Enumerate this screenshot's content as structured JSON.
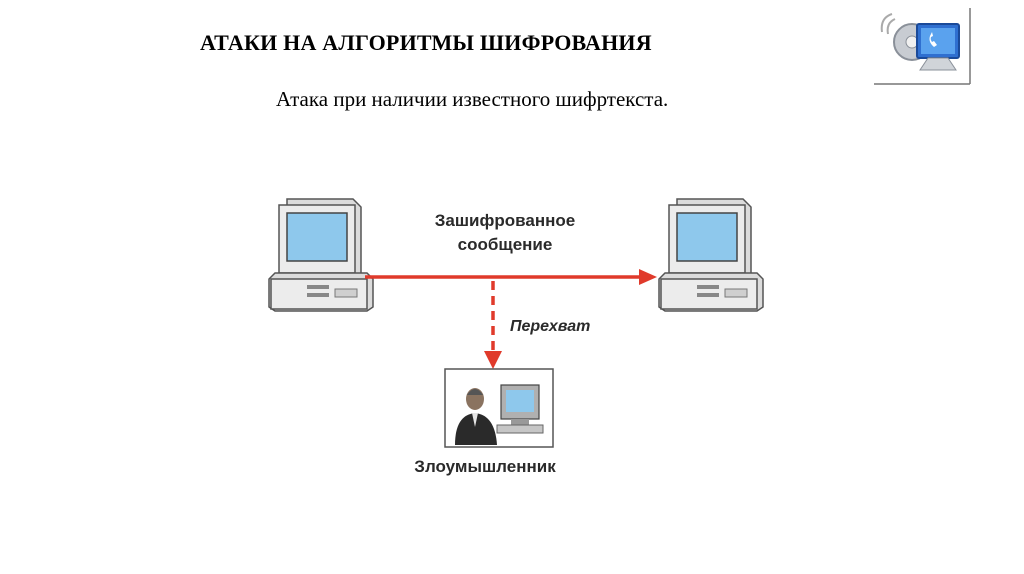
{
  "slide": {
    "title": "АТАКИ НА АЛГОРИТМЫ ШИФРОВАНИЯ",
    "subtitle": "Атака при наличии известного шифртекста."
  },
  "diagram": {
    "message_label_line1": "Зашифрованное",
    "message_label_line2": "сообщение",
    "intercept_label": "Перехват",
    "attacker_label": "Злоумышленник"
  },
  "colors": {
    "arrow": "#e03a2b",
    "screen": "#8ec8ec",
    "case": "#e6e6e6",
    "outline": "#555555"
  },
  "icons": {
    "logo": "monitor-phone-logo-icon",
    "sender": "computer-icon",
    "receiver": "computer-icon",
    "attacker": "person-at-computer-icon"
  }
}
